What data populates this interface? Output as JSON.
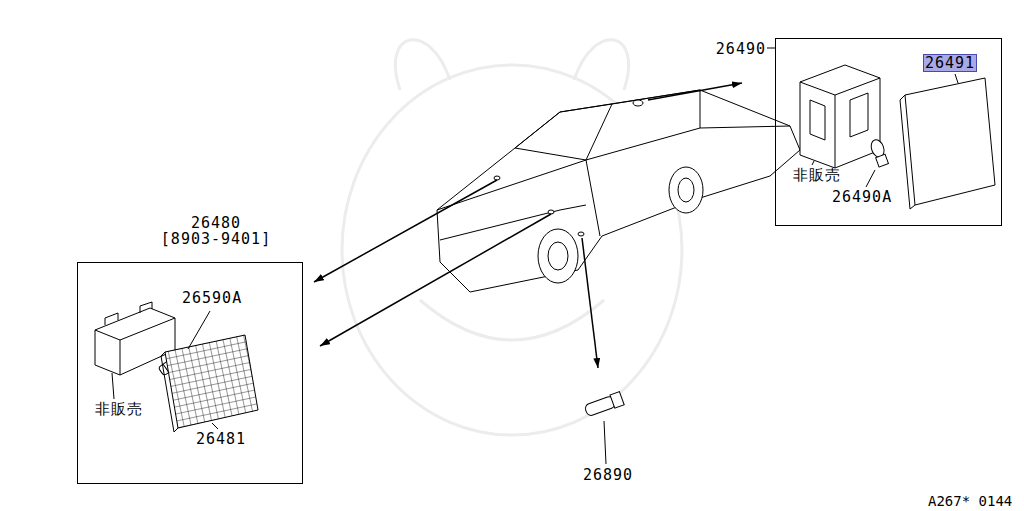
{
  "diagram": {
    "nodes": [
      {
        "text": [
          "26480",
          "[8903-9401]"
        ]
      },
      {
        "text": [
          "26490"
        ]
      }
    ],
    "labels": [
      "26590A",
      "非販売",
      "26481",
      "26491",
      "非販売",
      "26490A",
      "26890",
      "A267* 0144"
    ]
  }
}
